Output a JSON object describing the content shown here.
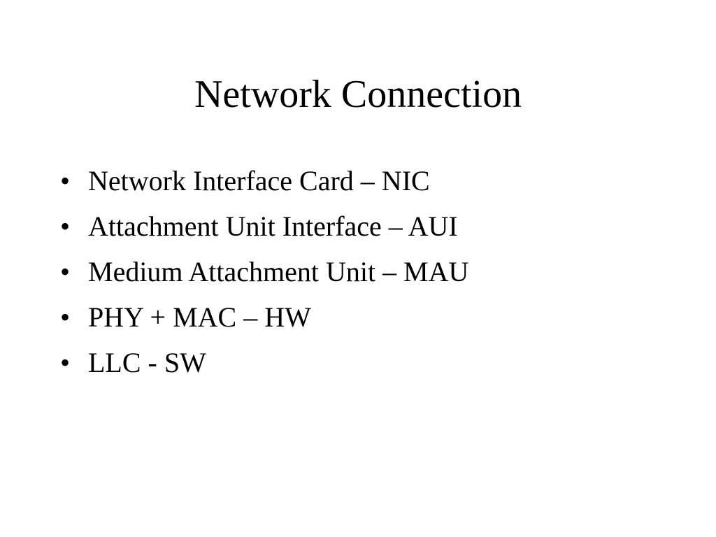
{
  "slide": {
    "title": "Network Connection",
    "bullets": [
      "Network Interface Card – NIC",
      "Attachment Unit Interface – AUI",
      "Medium Attachment Unit – MAU",
      "PHY + MAC – HW",
      "LLC - SW"
    ],
    "bullet_glyph": "•"
  }
}
